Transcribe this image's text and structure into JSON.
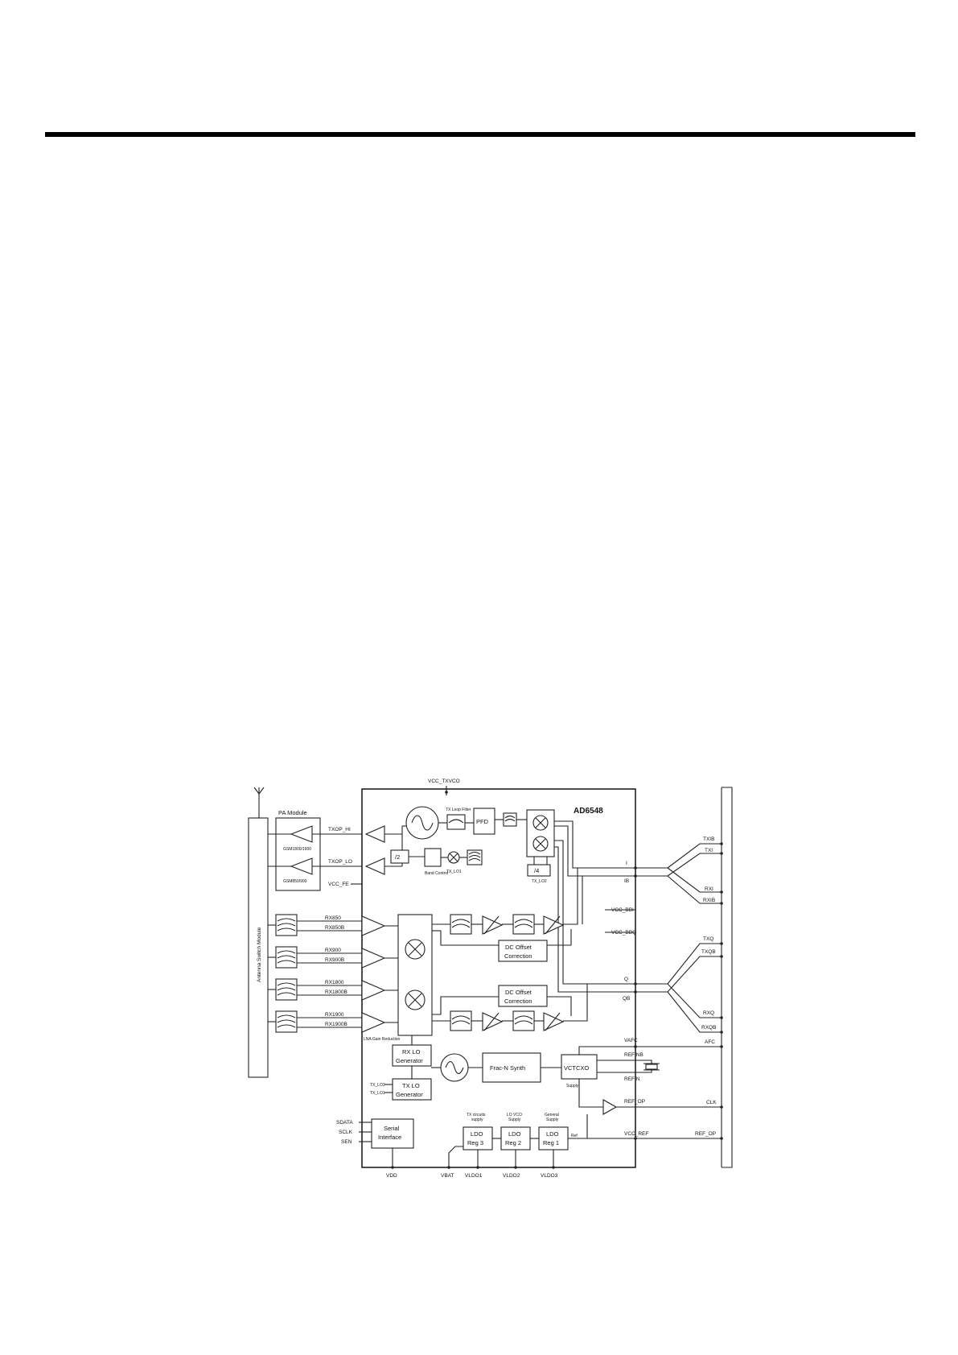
{
  "diagram": {
    "chip_name": "AD6548",
    "supply_top": "VCC_TXVCO",
    "pa_module": {
      "title": "PA Module",
      "amp_hi_label": "GSM1800/1900",
      "amp_lo_label": "GSM850/900"
    },
    "antenna_switch": "Antenna Switch Module",
    "tx_outputs": [
      "TXOP_HI",
      "TXOP_LO"
    ],
    "vcc_fe": "VCC_FE",
    "tx_loop_filter": "TX Loop Filter",
    "pfd": "PFD",
    "div2": "/2",
    "div4": "/4",
    "band_control": "Band Control",
    "tx_lo1_small": "TX_LO1",
    "tx_lo2_small": "TX_LO2",
    "rx_inputs": [
      "RX850",
      "RX850B",
      "RX900",
      "RX900B",
      "RX1800",
      "RX1800B",
      "RX1900",
      "RX1900B"
    ],
    "lna_gain": "LNA Gain Reduction",
    "dc_offset": [
      "DC Offset",
      "Correction"
    ],
    "rx_lo_gen": [
      "RX LO",
      "Generator"
    ],
    "tx_lo_gen": [
      "TX LO",
      "Generator"
    ],
    "tx_lo_pins": [
      "TX_LO2",
      "TX_LO1"
    ],
    "frac_n": "Frac-N Synth",
    "vctcxo": "VCTCXO",
    "supply": "Supply",
    "serial_interface": [
      "Serial",
      "Interface"
    ],
    "serial_pins": [
      "SDATA",
      "SCLK",
      "SEN"
    ],
    "ldo_regs": [
      {
        "name": [
          "LDO",
          "Reg 3"
        ],
        "note": [
          "TX circuits",
          "supply"
        ],
        "pin": "VLDO1"
      },
      {
        "name": [
          "LDO",
          "Reg 2"
        ],
        "note": [
          "LO VCO",
          "Supply"
        ],
        "pin": "VLDO2"
      },
      {
        "name": [
          "LDO",
          "Reg 1"
        ],
        "note": [
          "General",
          "Supply"
        ],
        "pin": "VLDO3"
      }
    ],
    "ref_small": "Ref",
    "bottom_pins": [
      "VDD",
      "VBAT"
    ],
    "chip_right_pins": [
      "I",
      "IB",
      "VCC_BBI",
      "VCC_BBQ",
      "Q",
      "QB",
      "VAFC",
      "REFINB",
      "REFIN",
      "REF_OP",
      "VCC_REF"
    ],
    "baseband_pins": [
      "TXIB",
      "TXI",
      "RXI",
      "RXIB",
      "TXQ",
      "TXQB",
      "RXQ",
      "RXQB",
      "AFC",
      "CLK",
      "REF_OP"
    ]
  }
}
